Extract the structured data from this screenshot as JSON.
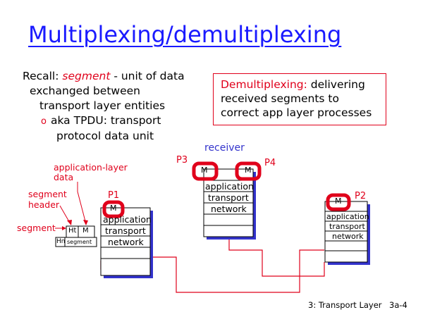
{
  "title": "Multiplexing/demultiplexing",
  "recall": {
    "prefix": "Recall: ",
    "segment_word": "segment",
    "suffix": " - unit of data",
    "line2": "exchanged between",
    "line3": "transport layer entities",
    "bullet_line1": "aka TPDU: transport",
    "bullet_line2": "protocol data unit"
  },
  "demux": {
    "highlight": "Demultiplexing:",
    "rest_line1": " delivering",
    "line2": "received segments to",
    "line3": "correct app layer processes"
  },
  "receiver_label": "receiver",
  "labels": {
    "application_layer_data": "application-layer",
    "application_layer_data2": "data",
    "segment_header": "segment",
    "segment_header2": "header",
    "segment": "segment"
  },
  "segment_box": {
    "ht": "Ht",
    "m": "M",
    "hn": "Hn",
    "inner": "segment"
  },
  "processes": {
    "p1": "P1",
    "p2": "P2",
    "p3": "P3",
    "p4": "P4"
  },
  "stack": {
    "application": "application",
    "transport": "transport",
    "network": "network"
  },
  "footer": {
    "section": "3: Transport Layer",
    "page": "3a-4"
  },
  "colors": {
    "title": "#1a1aff",
    "accent_red": "#e0001b",
    "stack_blue": "#3333cc"
  }
}
